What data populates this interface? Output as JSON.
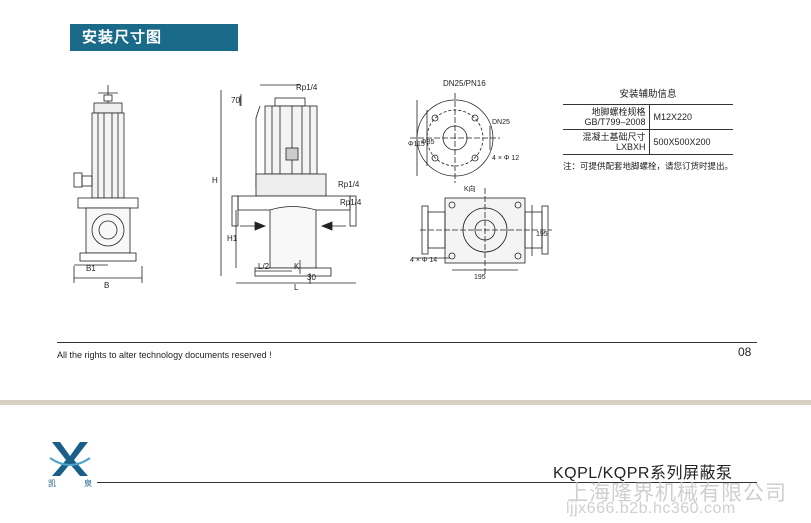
{
  "section_title": "安装尺寸图",
  "flange_label": "DN25/PN16",
  "dims": {
    "rp_top": "Rp1/4",
    "rp_mid1": "Rp1/4",
    "rp_mid2": "Rp1/4",
    "h": "H",
    "h1": "H1",
    "d70": "70",
    "b1": "B1",
    "b": "B",
    "l_half": "L/2",
    "l": "L",
    "k": "K",
    "d30": "30",
    "phi115": "Φ115",
    "phi85": "Φ85",
    "dn25": "DN25",
    "holes_12": "4 × Φ 12",
    "k_view": "K向",
    "holes_14": "4 × Φ 14",
    "d195_v": "195",
    "d195_h": "195"
  },
  "install_info": {
    "title": "安装辅助信息",
    "rows": [
      {
        "key_line1": "地脚螺栓规格",
        "key_line2": "GB/T799–2008",
        "value": "M12X220"
      },
      {
        "key_line1": "混凝土基础尺寸",
        "key_line2": "LXBXH",
        "value": "500X500X200"
      }
    ],
    "note": "注：可提供配套地脚螺栓，请您订货时提出。"
  },
  "rights_text": "All the rights to alter technology documents reserved !",
  "page_number": "08",
  "logo_caption": [
    "凯",
    "泉"
  ],
  "product_title": "KQPL/KQPR系列屏蔽泵",
  "watermark": {
    "company": "上海隆界机械有限公司",
    "url": "ljjx666.b2b.hc360.com"
  },
  "colors": {
    "title_bg": "#1a6b8a",
    "logo_blue": "#1a5f8a",
    "divider": "#d8d1c2",
    "watermark": "#cfcfcf"
  }
}
